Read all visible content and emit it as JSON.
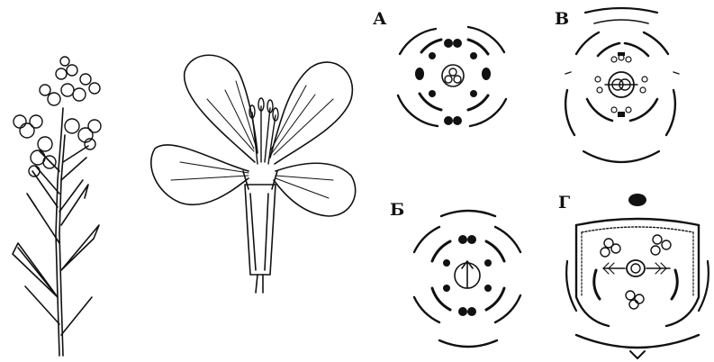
{
  "labels": {
    "a": "А",
    "b": "Б",
    "v": "В",
    "g": "Г"
  },
  "colors": {
    "ink": "#111111",
    "paper": "#ffffff"
  }
}
